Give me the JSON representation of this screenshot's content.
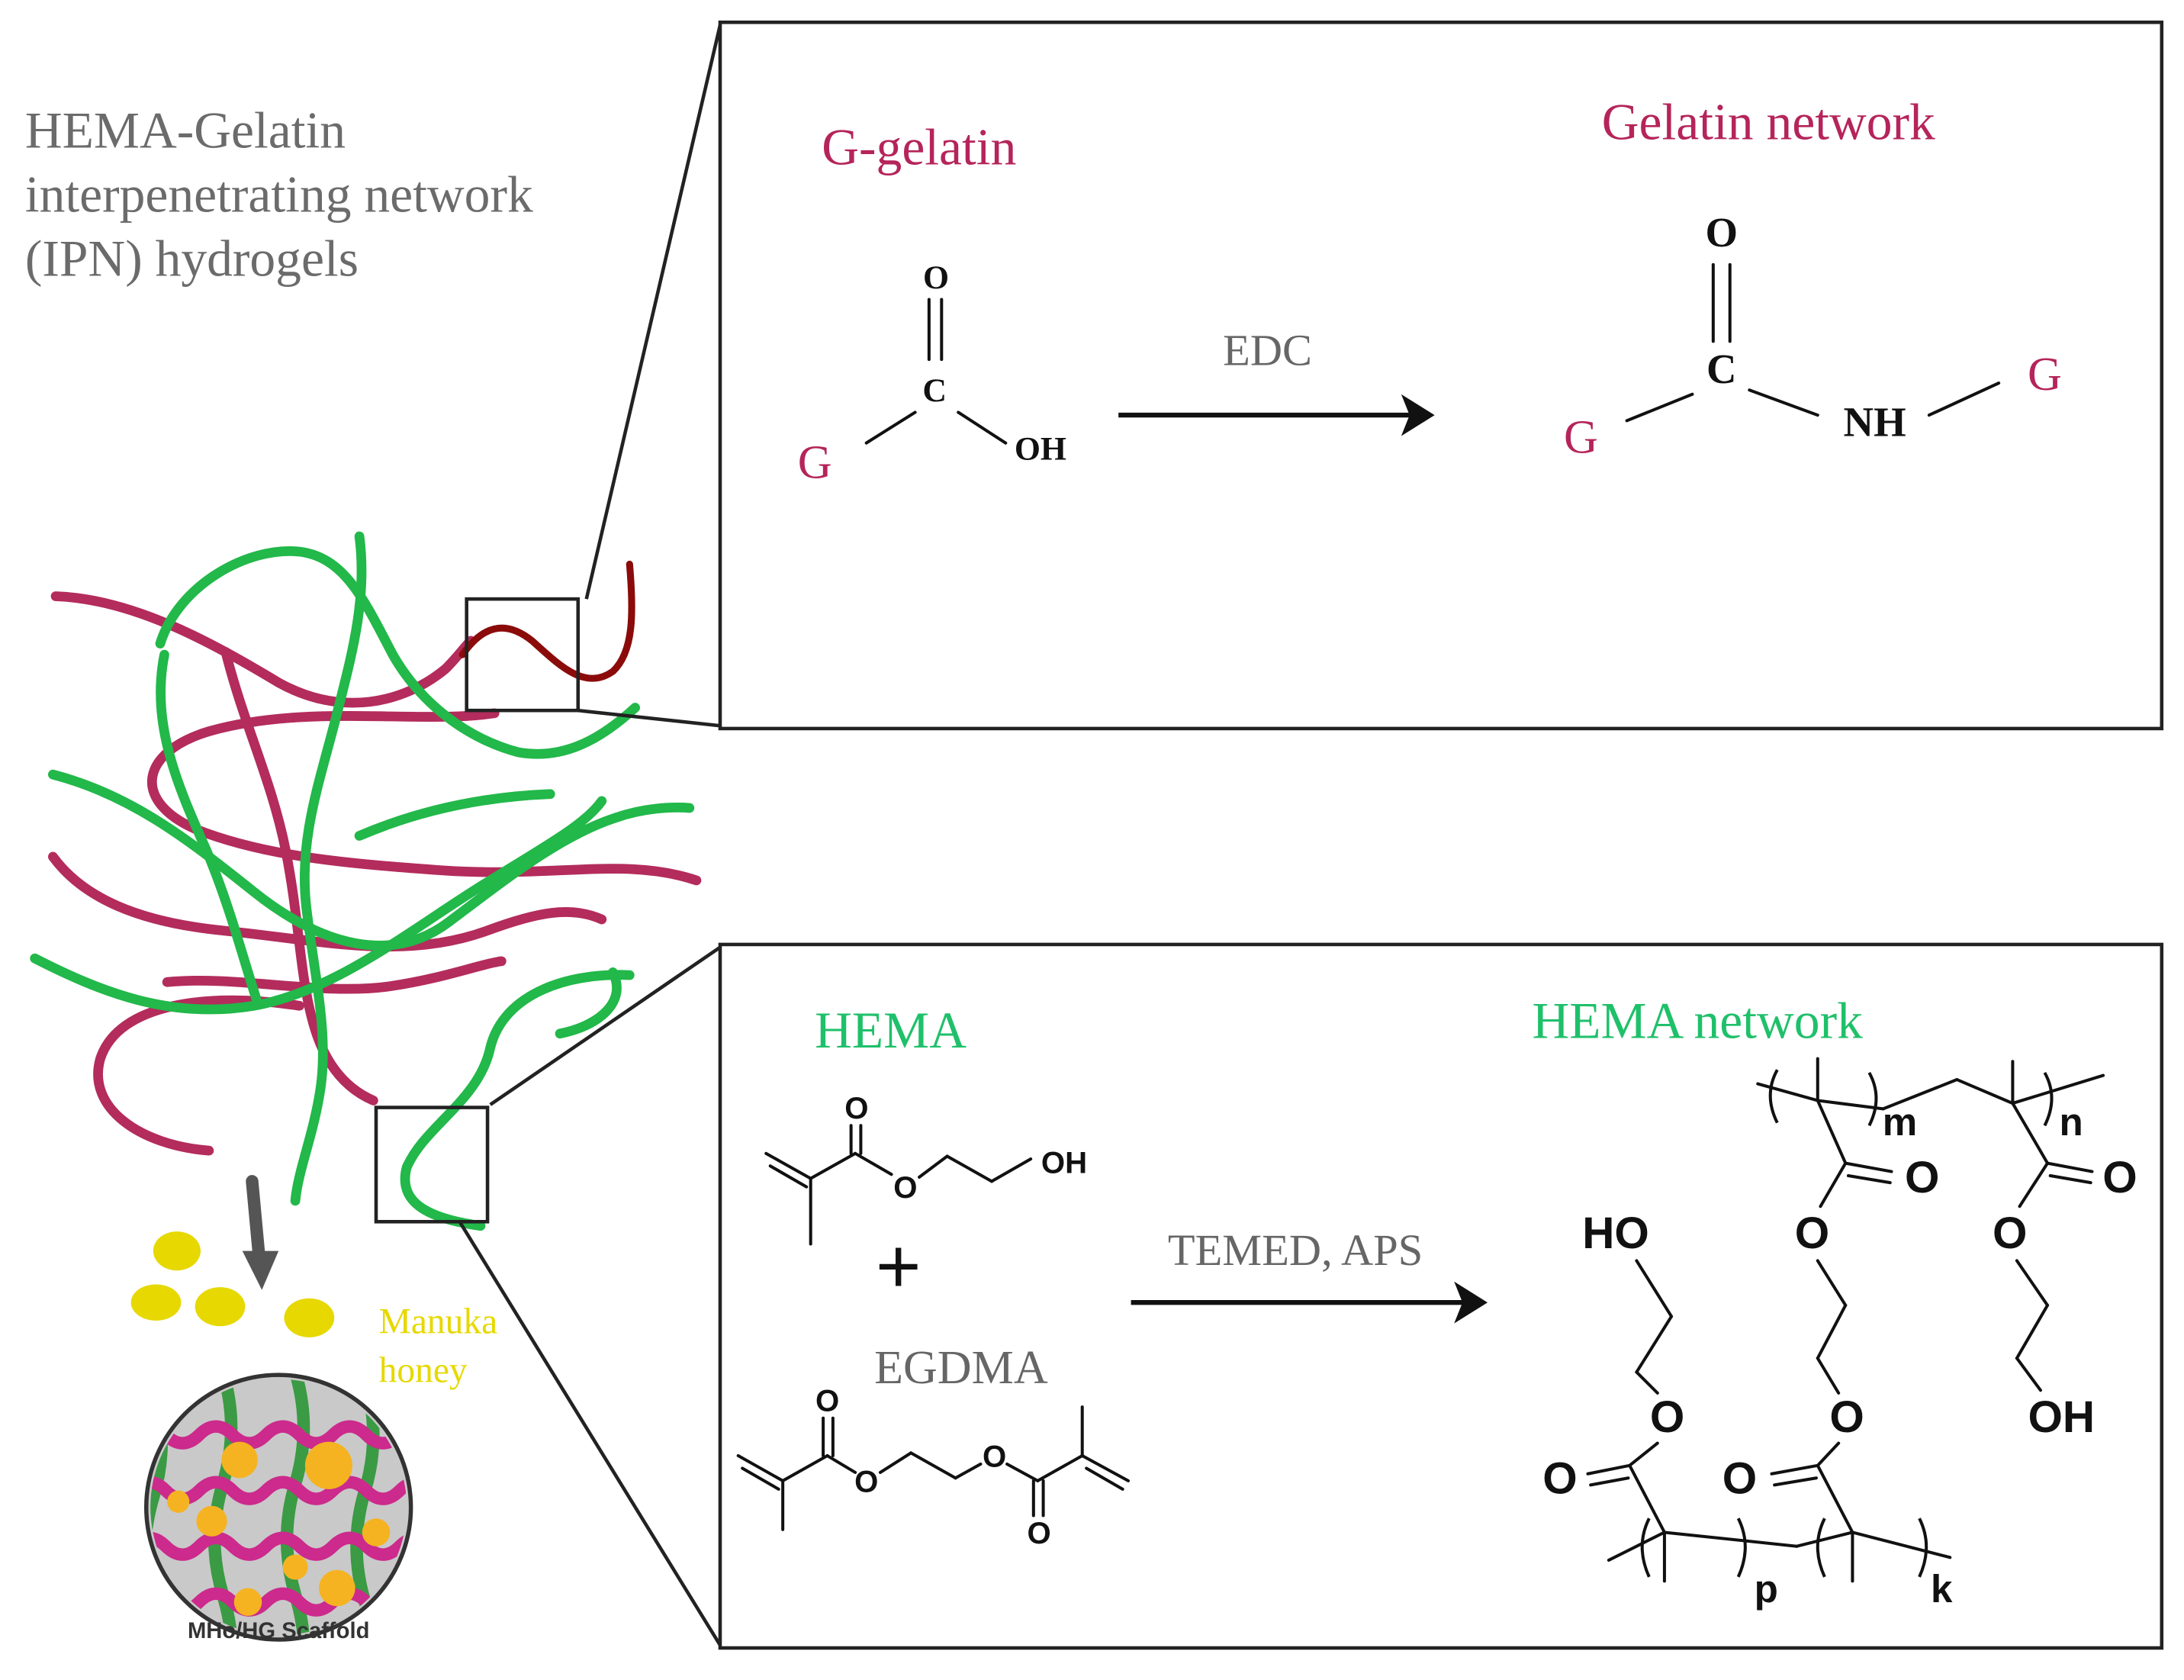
{
  "title": {
    "line1": "HEMA-Gelatin",
    "line2": "interpenetrating network",
    "line3": "(IPN) hydrogels"
  },
  "gelatin_panel": {
    "reactant_label": "G-gelatin",
    "product_label": "Gelatin network",
    "reagent": "EDC",
    "reactant_atoms": {
      "carbonyl_o": "O",
      "carbon": "C",
      "hydroxyl": "OH",
      "g": "G"
    },
    "product_atoms": {
      "carbonyl_o": "O",
      "carbon": "C",
      "amide": "NH",
      "g_left": "G",
      "g_right": "G"
    }
  },
  "hema_panel": {
    "monomer_label": "HEMA",
    "plus": "+",
    "crosslinker_label": "EGDMA",
    "reagents": "TEMED, APS",
    "product_label": "HEMA network",
    "hema_atoms": {
      "carbonyl_o": "O",
      "ester_o": "O",
      "hydroxyl": "OH"
    },
    "egdma_atoms": {
      "carbonyl_o_left": "O",
      "ester_o_left": "O",
      "ester_o_right": "O",
      "carbonyl_o_right": "O"
    },
    "network_atoms": {
      "hydroxyl_left": "HO",
      "ester_o_left": "O",
      "carbonyl_o_left": "O",
      "carbonyl_o_m": "O",
      "ester_o_m": "O",
      "ester_o_p": "O",
      "carbonyl_o_p": "O",
      "carbonyl_o_n": "O",
      "ester_o_n": "O",
      "hydroxyl_n": "OH"
    },
    "subscripts": {
      "m": "m",
      "n": "n",
      "p": "p",
      "k": "k"
    }
  },
  "manuka": {
    "line1": "Manuka",
    "line2": "honey"
  },
  "scaffold_label": "MHo/HG Scaffold",
  "colors": {
    "title_gray": "#6b6b6b",
    "gelatin_text": "#b5245a",
    "hema_text": "#1fc06a",
    "gelatin_strand": "#b32c5c",
    "hema_strand": "#22b84a",
    "honey": "#e6d800"
  }
}
